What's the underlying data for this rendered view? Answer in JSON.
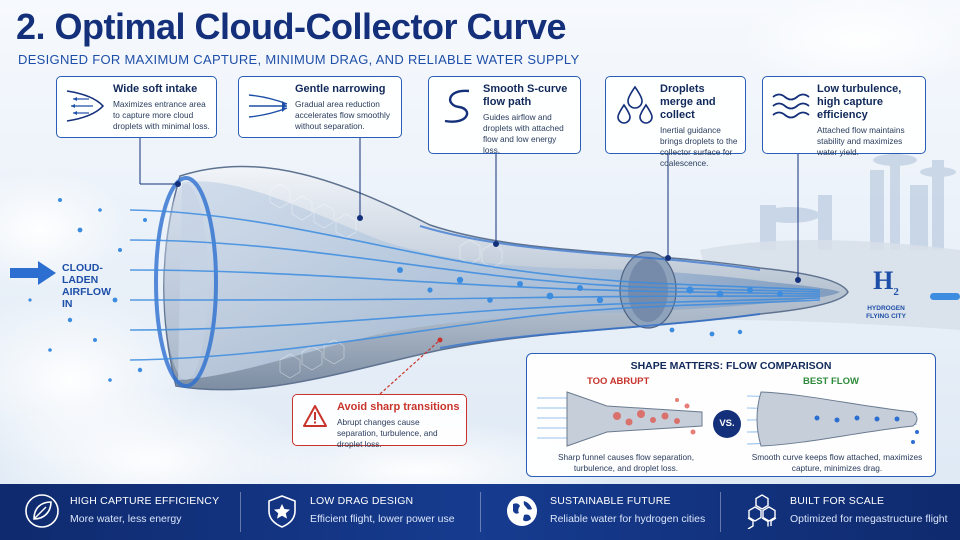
{
  "header": {
    "title": "2. Optimal Cloud-Collector Curve",
    "subtitle": "DESIGNED FOR MAXIMUM CAPTURE, MINIMUM DRAG, AND RELIABLE WATER SUPPLY"
  },
  "callouts": [
    {
      "title": "Wide soft intake",
      "desc": "Maximizes entrance area to capture more cloud droplets with minimal loss.",
      "icon": "intake-arrows-icon"
    },
    {
      "title": "Gentle narrowing",
      "desc": "Gradual area reduction accelerates flow smoothly without separation.",
      "icon": "narrowing-lines-icon"
    },
    {
      "title": "Smooth S-curve flow path",
      "desc": "Guides airflow and droplets with attached flow and low energy loss.",
      "icon": "s-curve-icon"
    },
    {
      "title": "Droplets merge and collect",
      "desc": "Inertial guidance brings droplets to the collector surface for coalescence.",
      "icon": "droplets-icon"
    },
    {
      "title": "Low turbulence, high capture efficiency",
      "desc": "Attached flow maintains stability and maximizes water yield.",
      "icon": "wave-lines-icon"
    }
  ],
  "warning": {
    "title": "Avoid sharp transitions",
    "desc": "Abrupt changes cause separation, turbulence, and droplet loss.",
    "icon": "warning-triangle-icon",
    "color": "#c8342b"
  },
  "airflow_label": "CLOUD-LADEN AIRFLOW IN",
  "hydrogen": {
    "symbol": "H",
    "subscript": "2",
    "line1": "HYDROGEN",
    "line2": "FLYING CITY"
  },
  "comparison": {
    "title": "SHAPE MATTERS: FLOW COMPARISON",
    "bad_label": "TOO ABRUPT",
    "good_label": "BEST FLOW",
    "vs": "VS.",
    "bad_caption": "Sharp funnel causes flow separation, turbulence, and droplet loss.",
    "good_caption": "Smooth curve keeps flow attached, maximizes capture, minimizes drag.",
    "bad_color": "#c8342b",
    "good_color": "#2e8a3a"
  },
  "footer": [
    {
      "title": "HIGH CAPTURE EFFICIENCY",
      "sub": "More water, less energy",
      "icon": "leaf-icon"
    },
    {
      "title": "LOW DRAG DESIGN",
      "sub": "Efficient flight, lower power use",
      "icon": "shield-star-icon"
    },
    {
      "title": "SUSTAINABLE FUTURE",
      "sub": "Reliable water for hydrogen cities",
      "icon": "globe-icon"
    },
    {
      "title": "BUILT FOR SCALE",
      "sub": "Optimized for megastructure flight",
      "icon": "hexagon-grid-icon"
    }
  ],
  "colors": {
    "brand": "#14307a",
    "accent": "#1e4fa8",
    "footer_bg": "#0f2a6e",
    "flow": "#3c8ce0"
  }
}
